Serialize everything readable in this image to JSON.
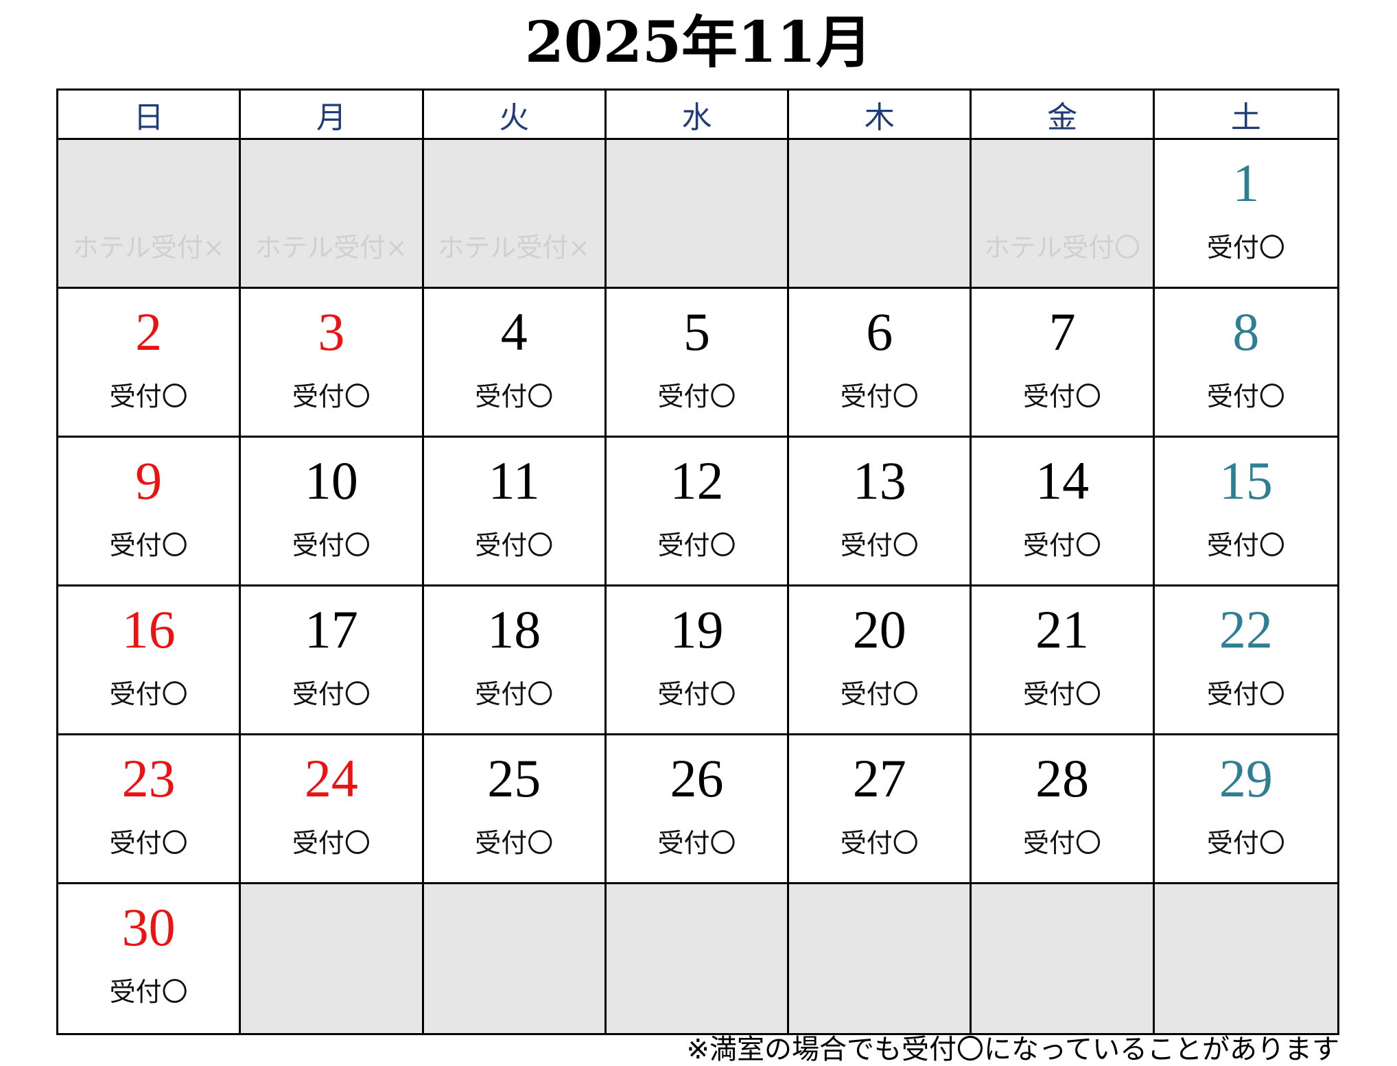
{
  "title": "2025年11月",
  "colors": {
    "sunday_holiday": "#ee1111",
    "saturday": "#2e7f93",
    "weekday": "#000000",
    "header": "#1f3c78",
    "empty_cell": "#e6e6e6"
  },
  "weekdays": [
    "日",
    "月",
    "火",
    "水",
    "木",
    "金",
    "土"
  ],
  "weeks": [
    [
      {
        "day": "",
        "status": "",
        "ghost": "ホテル受付×",
        "type": "empty"
      },
      {
        "day": "",
        "status": "",
        "ghost": "ホテル受付×",
        "type": "empty"
      },
      {
        "day": "",
        "status": "",
        "ghost": "ホテル受付×",
        "type": "empty"
      },
      {
        "day": "",
        "status": "",
        "ghost": "",
        "type": "empty"
      },
      {
        "day": "",
        "status": "",
        "ghost": "",
        "type": "empty"
      },
      {
        "day": "",
        "status": "",
        "ghost": "ホテル受付〇",
        "type": "empty"
      },
      {
        "day": "1",
        "status": "受付〇",
        "ghost": "",
        "type": "saturday"
      }
    ],
    [
      {
        "day": "2",
        "status": "受付〇",
        "ghost": "",
        "type": "sunday_holiday"
      },
      {
        "day": "3",
        "status": "受付〇",
        "ghost": "",
        "type": "sunday_holiday"
      },
      {
        "day": "4",
        "status": "受付〇",
        "ghost": "",
        "type": "weekday"
      },
      {
        "day": "5",
        "status": "受付〇",
        "ghost": "",
        "type": "weekday"
      },
      {
        "day": "6",
        "status": "受付〇",
        "ghost": "",
        "type": "weekday"
      },
      {
        "day": "7",
        "status": "受付〇",
        "ghost": "",
        "type": "weekday"
      },
      {
        "day": "8",
        "status": "受付〇",
        "ghost": "",
        "type": "saturday"
      }
    ],
    [
      {
        "day": "9",
        "status": "受付〇",
        "ghost": "",
        "type": "sunday_holiday"
      },
      {
        "day": "10",
        "status": "受付〇",
        "ghost": "",
        "type": "weekday"
      },
      {
        "day": "11",
        "status": "受付〇",
        "ghost": "",
        "type": "weekday"
      },
      {
        "day": "12",
        "status": "受付〇",
        "ghost": "",
        "type": "weekday"
      },
      {
        "day": "13",
        "status": "受付〇",
        "ghost": "",
        "type": "weekday"
      },
      {
        "day": "14",
        "status": "受付〇",
        "ghost": "",
        "type": "weekday"
      },
      {
        "day": "15",
        "status": "受付〇",
        "ghost": "",
        "type": "saturday"
      }
    ],
    [
      {
        "day": "16",
        "status": "受付〇",
        "ghost": "",
        "type": "sunday_holiday"
      },
      {
        "day": "17",
        "status": "受付〇",
        "ghost": "",
        "type": "weekday"
      },
      {
        "day": "18",
        "status": "受付〇",
        "ghost": "",
        "type": "weekday"
      },
      {
        "day": "19",
        "status": "受付〇",
        "ghost": "",
        "type": "weekday"
      },
      {
        "day": "20",
        "status": "受付〇",
        "ghost": "",
        "type": "weekday"
      },
      {
        "day": "21",
        "status": "受付〇",
        "ghost": "",
        "type": "weekday"
      },
      {
        "day": "22",
        "status": "受付〇",
        "ghost": "",
        "type": "saturday"
      }
    ],
    [
      {
        "day": "23",
        "status": "受付〇",
        "ghost": "",
        "type": "sunday_holiday"
      },
      {
        "day": "24",
        "status": "受付〇",
        "ghost": "",
        "type": "sunday_holiday"
      },
      {
        "day": "25",
        "status": "受付〇",
        "ghost": "",
        "type": "weekday"
      },
      {
        "day": "26",
        "status": "受付〇",
        "ghost": "",
        "type": "weekday"
      },
      {
        "day": "27",
        "status": "受付〇",
        "ghost": "",
        "type": "weekday"
      },
      {
        "day": "28",
        "status": "受付〇",
        "ghost": "",
        "type": "weekday"
      },
      {
        "day": "29",
        "status": "受付〇",
        "ghost": "",
        "type": "saturday"
      }
    ],
    [
      {
        "day": "30",
        "status": "受付〇",
        "ghost": "",
        "type": "sunday_holiday"
      },
      {
        "day": "",
        "status": "",
        "ghost": "",
        "type": "empty"
      },
      {
        "day": "",
        "status": "",
        "ghost": "",
        "type": "empty"
      },
      {
        "day": "",
        "status": "",
        "ghost": "",
        "type": "empty"
      },
      {
        "day": "",
        "status": "",
        "ghost": "",
        "type": "empty"
      },
      {
        "day": "",
        "status": "",
        "ghost": "",
        "type": "empty"
      },
      {
        "day": "",
        "status": "",
        "ghost": "",
        "type": "empty"
      }
    ]
  ],
  "note": "※満室の場合でも受付〇になっていることがあります"
}
